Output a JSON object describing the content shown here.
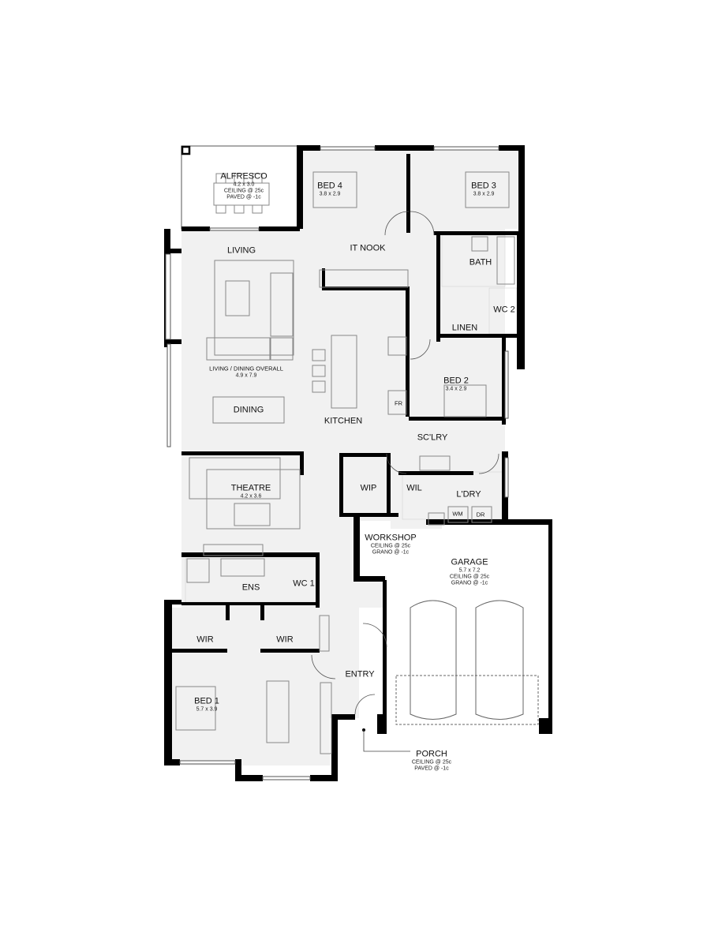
{
  "plan": {
    "colors": {
      "wall": "#000000",
      "floor": "#f1f1f1",
      "outdoor": "#ffffff",
      "furniture": "#8a8a8a",
      "tile": "#d6d6d6"
    },
    "rooms": [
      {
        "id": "alfresco",
        "name": "ALFRESCO",
        "dims": "4.2 x 3.0",
        "note1": "CEILING @ 25c",
        "note2": "PAVED @ -1c"
      },
      {
        "id": "bed4",
        "name": "BED 4",
        "dims": "3.8 x 2.9"
      },
      {
        "id": "bed3",
        "name": "BED 3",
        "dims": "3.8 x 2.9"
      },
      {
        "id": "living",
        "name": "LIVING"
      },
      {
        "id": "it_nook",
        "name": "IT NOOK"
      },
      {
        "id": "bath",
        "name": "BATH"
      },
      {
        "id": "wc2",
        "name": "WC 2"
      },
      {
        "id": "linen",
        "name": "LINEN"
      },
      {
        "id": "living_dining",
        "name": "LIVING / DINING OVERALL",
        "dims": "4.9 x 7.9"
      },
      {
        "id": "bed2",
        "name": "BED 2",
        "dims": "3.4 x 2.9"
      },
      {
        "id": "fr",
        "name": "FR"
      },
      {
        "id": "dining",
        "name": "DINING"
      },
      {
        "id": "kitchen",
        "name": "KITCHEN"
      },
      {
        "id": "sclry",
        "name": "SC'LRY"
      },
      {
        "id": "theatre",
        "name": "THEATRE",
        "dims": "4.2 x 3.6"
      },
      {
        "id": "wip",
        "name": "WIP"
      },
      {
        "id": "wil",
        "name": "WIL"
      },
      {
        "id": "ldry",
        "name": "L'DRY"
      },
      {
        "id": "wm",
        "name": "WM"
      },
      {
        "id": "dr",
        "name": "DR"
      },
      {
        "id": "workshop",
        "name": "WORKSHOP",
        "note1": "CEILING @ 25c",
        "note2": "GRANO @ -1c"
      },
      {
        "id": "garage",
        "name": "GARAGE",
        "dims": "5.7 x 7.2",
        "note1": "CEILING @ 25c",
        "note2": "GRANO @ -1c"
      },
      {
        "id": "ens",
        "name": "ENS"
      },
      {
        "id": "wc1",
        "name": "WC 1"
      },
      {
        "id": "wir_left",
        "name": "WIR"
      },
      {
        "id": "wir_right",
        "name": "WIR"
      },
      {
        "id": "entry",
        "name": "ENTRY"
      },
      {
        "id": "bed1",
        "name": "BED 1",
        "dims": "5.7 x 3.9"
      },
      {
        "id": "porch",
        "name": "PORCH",
        "note1": "CEILING @ 25c",
        "note2": "PAVED @ -1c"
      }
    ]
  }
}
